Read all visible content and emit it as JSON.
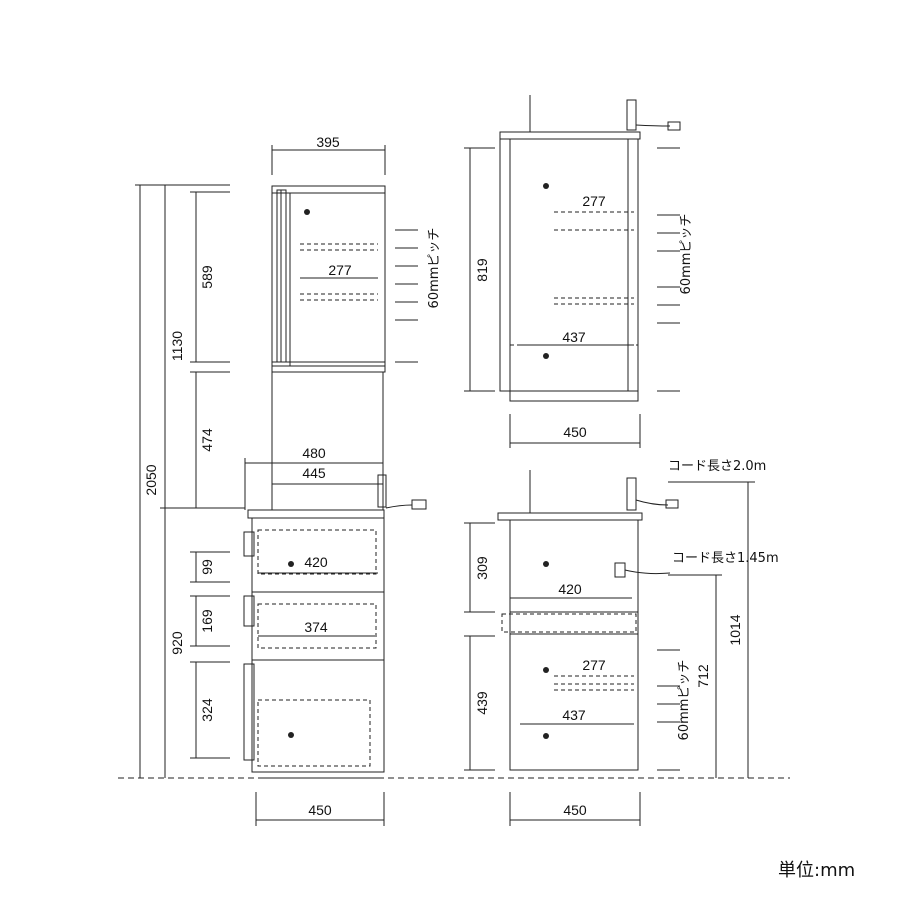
{
  "unit_label": "単位:mm",
  "front": {
    "total_height": "2050",
    "upper_height": "1130",
    "lower_height": "920",
    "upper_section": "589",
    "middle_section": "474",
    "drawer1": "99",
    "drawer2": "169",
    "bottom_section": "324",
    "upper_width": "395",
    "shelf_width": "277",
    "pitch": "60mmピッチ",
    "width_480": "480",
    "width_445": "445",
    "drawer_width_420": "420",
    "drawer_width_374": "374",
    "base_width": "450"
  },
  "side_upper": {
    "height": "819",
    "shelf_width": "277",
    "depth_437": "437",
    "pitch": "60mmピッチ",
    "base_width": "450"
  },
  "side_lower": {
    "cord_20": "コード長さ2.0m",
    "cord_145": "コード長さ1.45m",
    "height_309": "309",
    "height_439": "439",
    "width_420": "420",
    "shelf_width": "277",
    "depth_437": "437",
    "pitch": "60mmピッチ",
    "height_712": "712",
    "height_1014": "1014",
    "base_width": "450"
  }
}
